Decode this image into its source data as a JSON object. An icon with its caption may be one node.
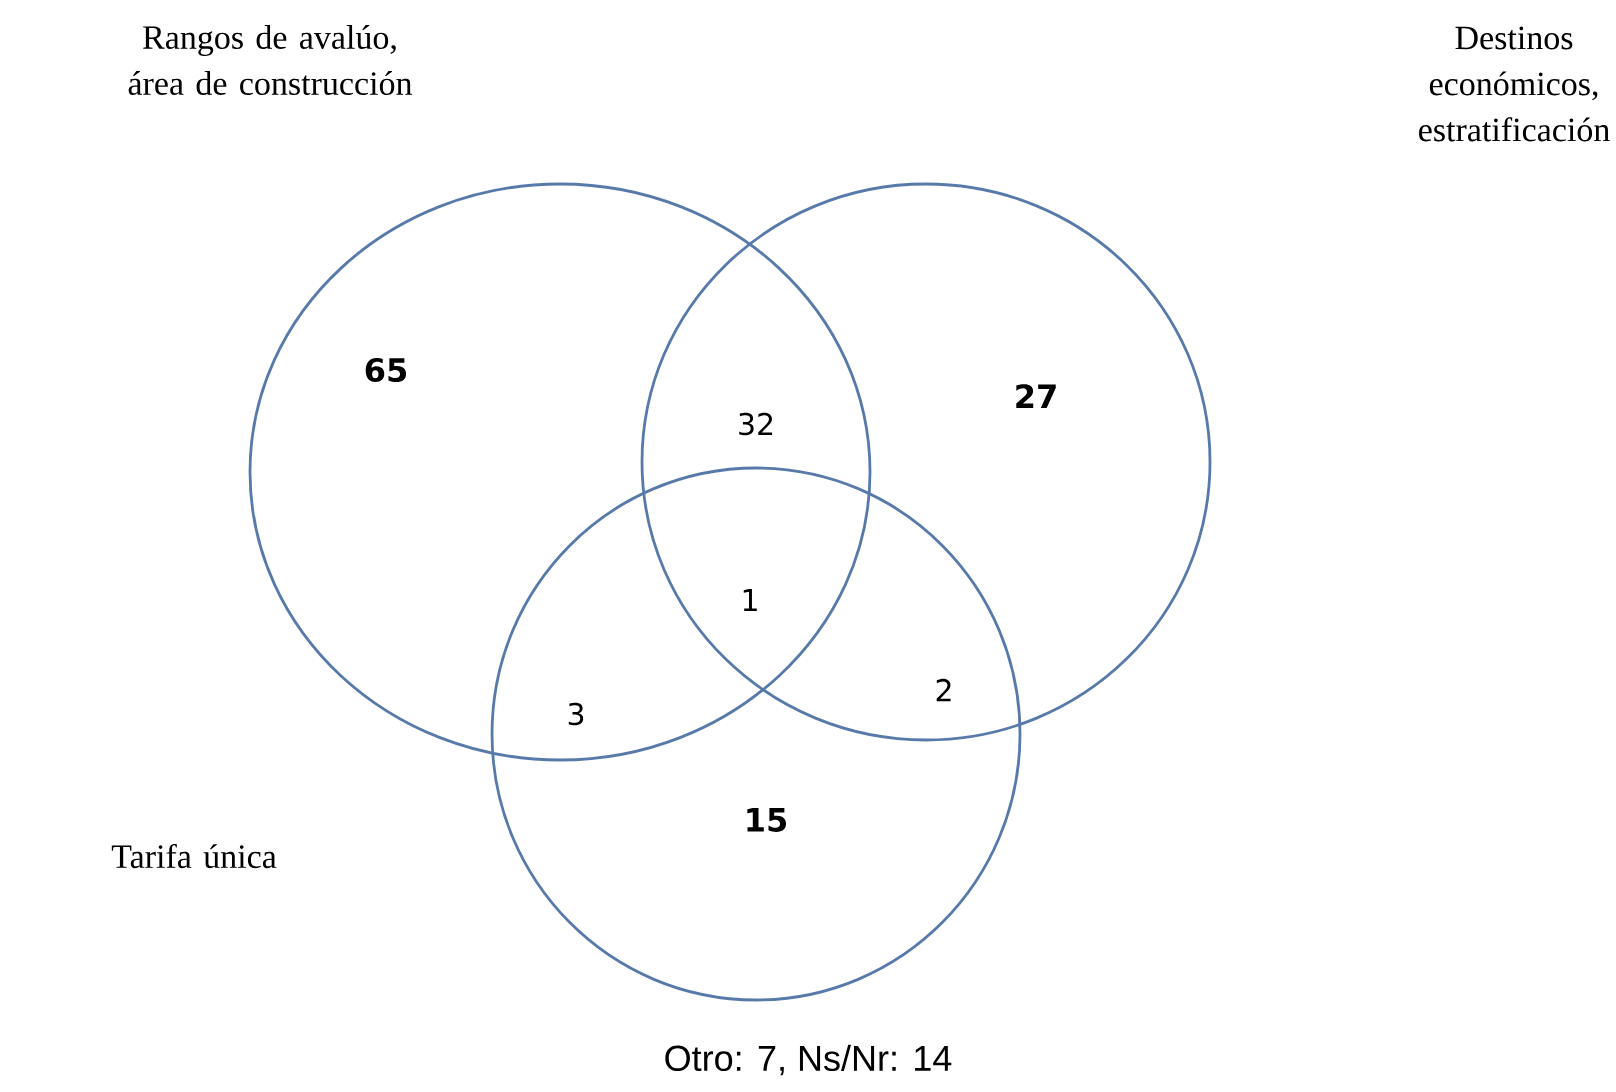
{
  "diagram": {
    "caption": "Otro: 7, Ns/Nr: 14",
    "labels": [
      "Rangos de avalúo, área de construcción",
      "Destinos económicos, estratificación",
      "65",
      "32",
      "27",
      "1",
      "3",
      "2",
      "Tarifa única",
      "15"
    ]
  }
}
